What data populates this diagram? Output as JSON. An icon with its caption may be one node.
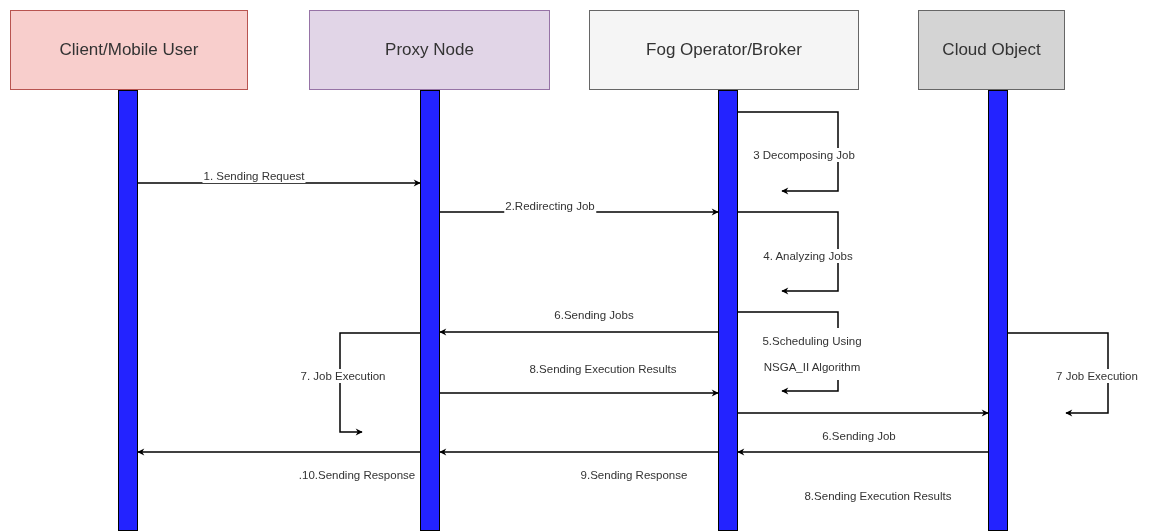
{
  "diagram": {
    "nodes": [
      {
        "text": [
          "Client/Mobile User"
        ]
      },
      {
        "text": [
          "Proxy Node"
        ]
      },
      {
        "text": [
          "Fog Operator/Broker"
        ]
      },
      {
        "text": [
          "Cloud Object"
        ]
      },
      {
        "text": [],
        "shape": "bar"
      },
      {
        "text": [],
        "shape": "bar"
      },
      {
        "text": [],
        "shape": "bar"
      },
      {
        "text": [],
        "shape": "bar"
      }
    ],
    "edges": [
      {
        "from": 4,
        "to": 5,
        "arrow": "to",
        "label": "1. Sending Request"
      },
      {
        "from": 5,
        "to": 6,
        "arrow": "to",
        "label": "2.Redirecting Job"
      },
      {
        "from": 6,
        "to": null,
        "arrow": "to",
        "label": "3  Decomposing Job"
      },
      {
        "from": 6,
        "to": null,
        "arrow": "to",
        "label": "4. Analyzing Jobs"
      },
      {
        "from": 6,
        "to": null,
        "arrow": "to",
        "label": "5.Scheduling Using NSGA_II Algorithm"
      },
      {
        "from": 6,
        "to": 5,
        "arrow": "to",
        "label": "6.Sending Jobs"
      },
      {
        "from": 5,
        "to": null,
        "arrow": "to",
        "label": "7. Job Execution"
      },
      {
        "from": 5,
        "to": 6,
        "arrow": "to",
        "label": "8.Sending Execution Results"
      },
      {
        "from": 6,
        "to": 7,
        "arrow": "to",
        "label": "6.Sending Job"
      },
      {
        "from": 7,
        "to": null,
        "arrow": "to",
        "label": "7  Job Execution"
      },
      {
        "from": 7,
        "to": 6,
        "arrow": "to",
        "label": "8.Sending Execution Results"
      },
      {
        "from": 6,
        "to": 5,
        "arrow": "to",
        "label": "9.Sending Response"
      },
      {
        "from": 5,
        "to": 4,
        "arrow": "to",
        "label": ".10.Sending Response"
      }
    ]
  }
}
